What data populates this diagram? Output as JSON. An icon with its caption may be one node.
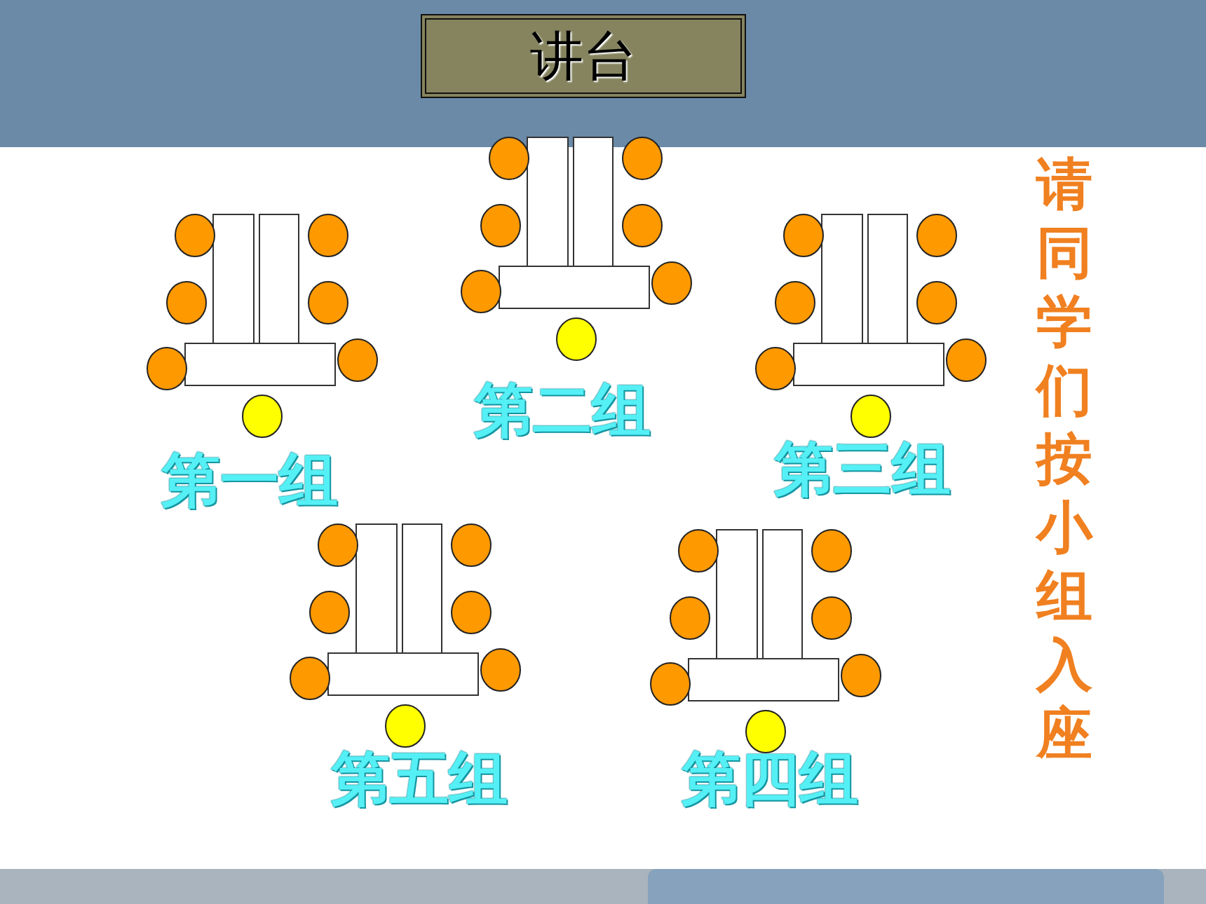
{
  "diagram": {
    "nodes": [
      {
        "text": [
          "讲台"
        ]
      }
    ],
    "labels": [
      "第二组",
      "第一组",
      "第三组",
      "第五组",
      "第四组",
      "请同学们按小组入座"
    ]
  }
}
